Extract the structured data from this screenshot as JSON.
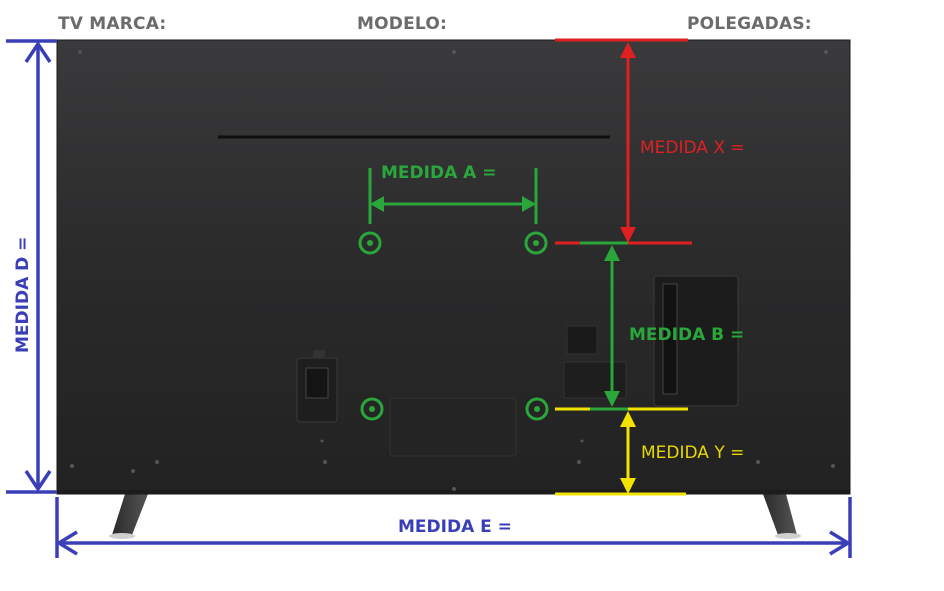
{
  "header": {
    "brand_label": "TV MARCA:",
    "model_label": "MODELO:",
    "inches_label": "POLEGADAS:"
  },
  "measures": {
    "a": "MEDIDA A =",
    "b": "MEDIDA B =",
    "d": "MEDIDA D =",
    "e": "MEDIDA E =",
    "x": "MEDIDA X =",
    "y": "MEDIDA Y ="
  },
  "colors": {
    "green": "#2aa63a",
    "red": "#e02020",
    "yellow": "#f2e300",
    "blue": "#3a3fb8",
    "tv_panel": "#2b2b2b",
    "header_text": "#6b6b6b"
  }
}
